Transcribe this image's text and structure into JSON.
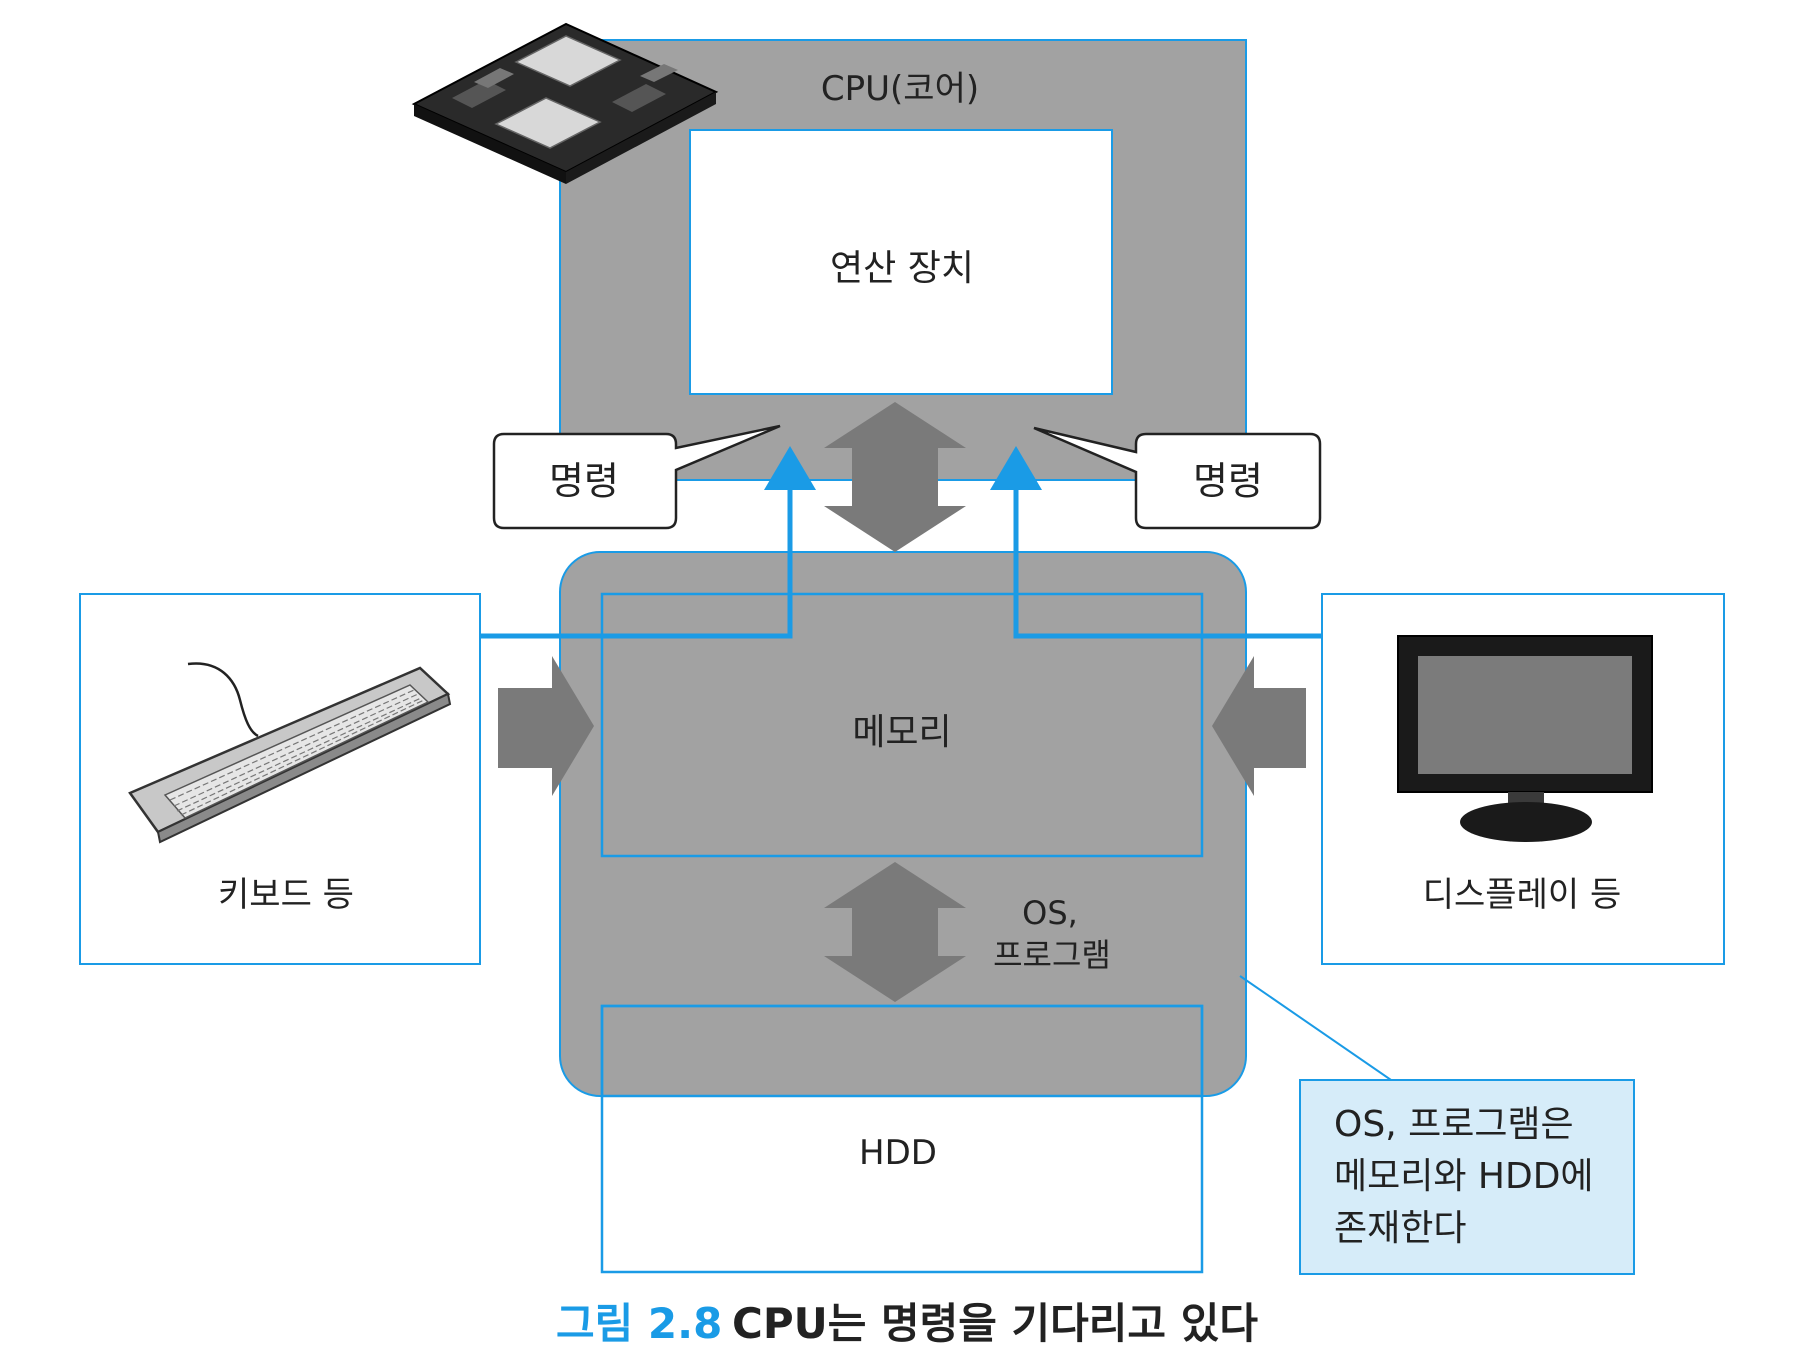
{
  "colors": {
    "accent_blue": "#1a9be6",
    "panel_gray": "#a2a2a2",
    "arrow_gray": "#7a7a7a",
    "note_fill": "#d6ecf9"
  },
  "diagram": {
    "cpu_label": "CPU(코어)",
    "alu_label": "연산 장치",
    "instruction_left": "명령",
    "instruction_right": "명령",
    "memory_label": "메모리",
    "hdd_label": "HDD",
    "os_program_line1": "OS,",
    "os_program_line2": "프로그램",
    "keyboard_label": "키보드 등",
    "display_label": "디스플레이 등",
    "note_line1": "OS, 프로그램은",
    "note_line2": "메모리와 HDD에",
    "note_line3": "존재한다"
  },
  "caption": {
    "number": "그림 2.8",
    "title": "CPU는 명령을 기다리고 있다"
  },
  "icons": {
    "chip": "cpu-chip-icon",
    "keyboard": "keyboard-icon",
    "monitor": "monitor-icon"
  }
}
